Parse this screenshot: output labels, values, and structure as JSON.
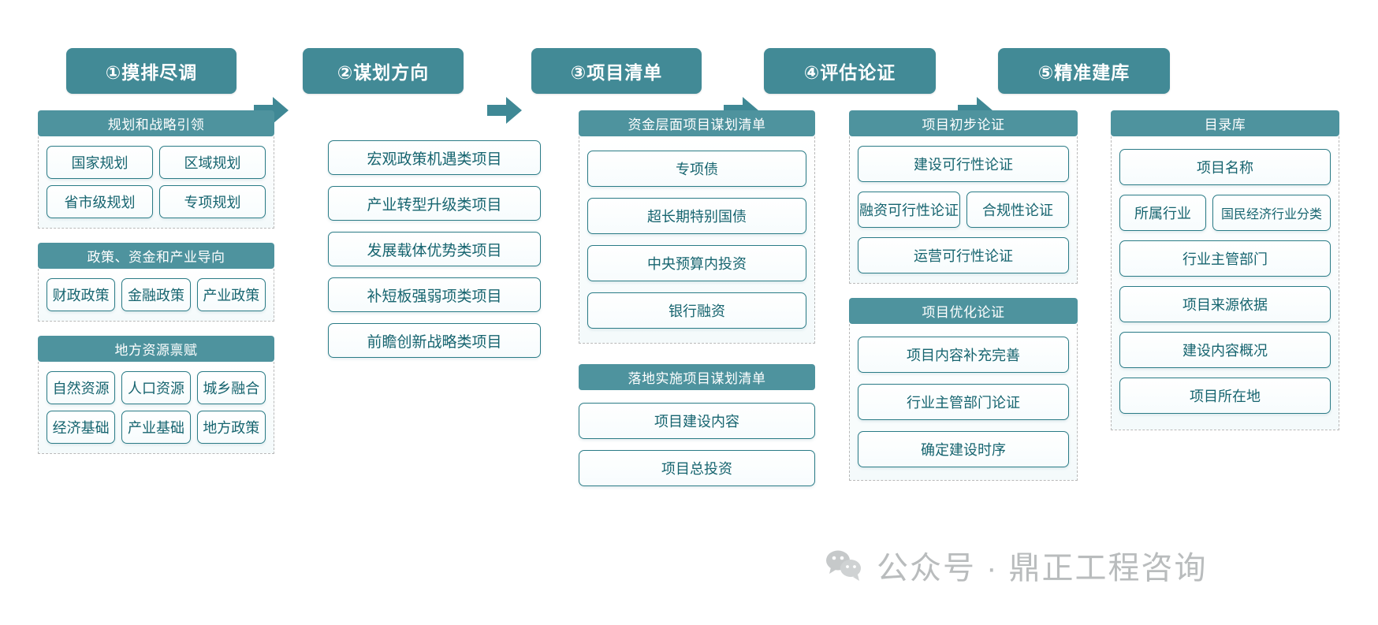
{
  "theme": {
    "stage_header_bg": "#428a96",
    "group_header_bg": "#4e939e",
    "chip_border": "#2a7b86",
    "chip_text": "#16646f",
    "arrow_color": "#3f8895",
    "dashed_border": "#b9b9b9",
    "watermark_color": "#b9bcbd"
  },
  "stages": [
    {
      "id": "stage-1",
      "label": "①摸排尽调"
    },
    {
      "id": "stage-2",
      "label": "②谋划方向"
    },
    {
      "id": "stage-3",
      "label": "③项目清单"
    },
    {
      "id": "stage-4",
      "label": "④评估论证"
    },
    {
      "id": "stage-5",
      "label": "⑤精准建库"
    }
  ],
  "arrows": [
    {
      "name": "arrow-1-to-2"
    },
    {
      "name": "arrow-2-to-3"
    },
    {
      "name": "arrow-3-to-4"
    },
    {
      "name": "arrow-4-to-5"
    }
  ],
  "columns": {
    "col1": {
      "groups": [
        {
          "title": "规划和战略引领",
          "items": [
            "国家规划",
            "区域规划",
            "省市级规划",
            "专项规划"
          ]
        },
        {
          "title": "政策、资金和产业导向",
          "items": [
            "财政政策",
            "金融政策",
            "产业政策"
          ]
        },
        {
          "title": "地方资源禀赋",
          "items": [
            "自然资源",
            "人口资源",
            "城乡融合",
            "经济基础",
            "产业基础",
            "地方政策"
          ]
        }
      ]
    },
    "col2": {
      "items": [
        "宏观政策机遇类项目",
        "产业转型升级类项目",
        "发展载体优势类项目",
        "补短板强弱项类项目",
        "前瞻创新战略类项目"
      ]
    },
    "col3": {
      "groups": [
        {
          "title": "资金层面项目谋划清单",
          "items": [
            "专项债",
            "超长期特别国债",
            "中央预算内投资",
            "银行融资"
          ]
        },
        {
          "title": "落地实施项目谋划清单",
          "items": [
            "项目建设内容",
            "项目总投资"
          ]
        }
      ]
    },
    "col4": {
      "groups": [
        {
          "title": "项目初步论证",
          "items": [
            "建设可行性论证",
            "融资可行性论证",
            "合规性论证",
            "运营可行性论证"
          ]
        },
        {
          "title": "项目优化论证",
          "items": [
            "项目内容补充完善",
            "行业主管部门论证",
            "确定建设时序"
          ]
        }
      ]
    },
    "col5": {
      "groups": [
        {
          "title": "目录库",
          "items": [
            "项目名称",
            "所属行业",
            "国民经济行业分类",
            "行业主管部门",
            "项目来源依据",
            "建设内容概况",
            "项目所在地"
          ]
        }
      ]
    }
  },
  "watermark": {
    "icon": "wechat-icon",
    "text": "公众号 · 鼎正工程咨询"
  }
}
